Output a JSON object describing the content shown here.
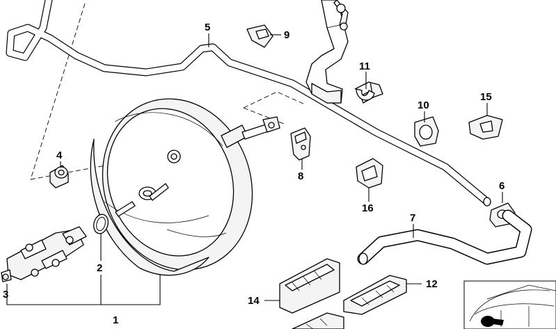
{
  "callouts": [
    {
      "id": "1",
      "text": "1"
    },
    {
      "id": "2",
      "text": "2"
    },
    {
      "id": "3",
      "text": "3"
    },
    {
      "id": "4",
      "text": "4"
    },
    {
      "id": "5",
      "text": "5"
    },
    {
      "id": "6",
      "text": "6"
    },
    {
      "id": "7",
      "text": "7"
    },
    {
      "id": "8",
      "text": "8"
    },
    {
      "id": "9",
      "text": "9"
    },
    {
      "id": "10",
      "text": "10"
    },
    {
      "id": "11",
      "text": "11"
    },
    {
      "id": "12",
      "text": "12"
    },
    {
      "id": "14",
      "text": "14"
    },
    {
      "id": "15",
      "text": "15"
    },
    {
      "id": "16",
      "text": "16"
    }
  ]
}
